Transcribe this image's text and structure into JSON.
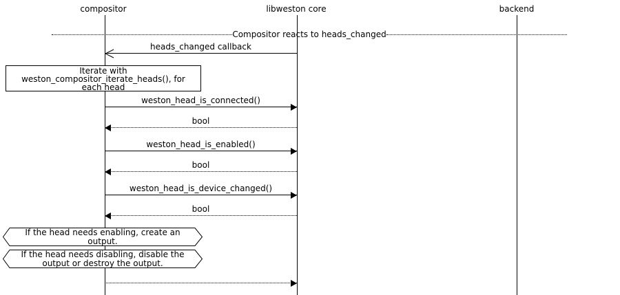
{
  "diagram": {
    "participants": [
      {
        "label": "compositor"
      },
      {
        "label": "libweston core"
      },
      {
        "label": "backend"
      }
    ],
    "divider": {
      "label": "Compositor reacts to heads_changed"
    },
    "messages": [
      {
        "label": "heads_changed callback",
        "from": "libweston core",
        "to": "compositor",
        "line": "solid",
        "arrowhead": "open"
      },
      {
        "label": "weston_head_is_connected()",
        "from": "compositor",
        "to": "libweston core",
        "line": "solid",
        "arrowhead": "filled"
      },
      {
        "label": "bool",
        "from": "libweston core",
        "to": "compositor",
        "line": "dotted",
        "arrowhead": "filled"
      },
      {
        "label": "weston_head_is_enabled()",
        "from": "compositor",
        "to": "libweston core",
        "line": "solid",
        "arrowhead": "filled"
      },
      {
        "label": "bool",
        "from": "libweston core",
        "to": "compositor",
        "line": "dotted",
        "arrowhead": "filled"
      },
      {
        "label": "weston_head_is_device_changed()",
        "from": "compositor",
        "to": "libweston core",
        "line": "solid",
        "arrowhead": "filled"
      },
      {
        "label": "bool",
        "from": "libweston core",
        "to": "compositor",
        "line": "dotted",
        "arrowhead": "filled"
      },
      {
        "label": "",
        "from": "compositor",
        "to": "libweston core",
        "line": "dotted",
        "arrowhead": "filled"
      }
    ],
    "notes": [
      {
        "shape": "rect",
        "text": "Iterate with\nweston_compositor_iterate_heads(), for\neach head"
      },
      {
        "shape": "hexagon",
        "text": "If the head needs enabling, create an\noutput."
      },
      {
        "shape": "hexagon",
        "text": "If the head needs disabling, disable the\noutput or destroy the output."
      }
    ],
    "colors": {
      "line": "#000000",
      "background": "#ffffff"
    }
  }
}
